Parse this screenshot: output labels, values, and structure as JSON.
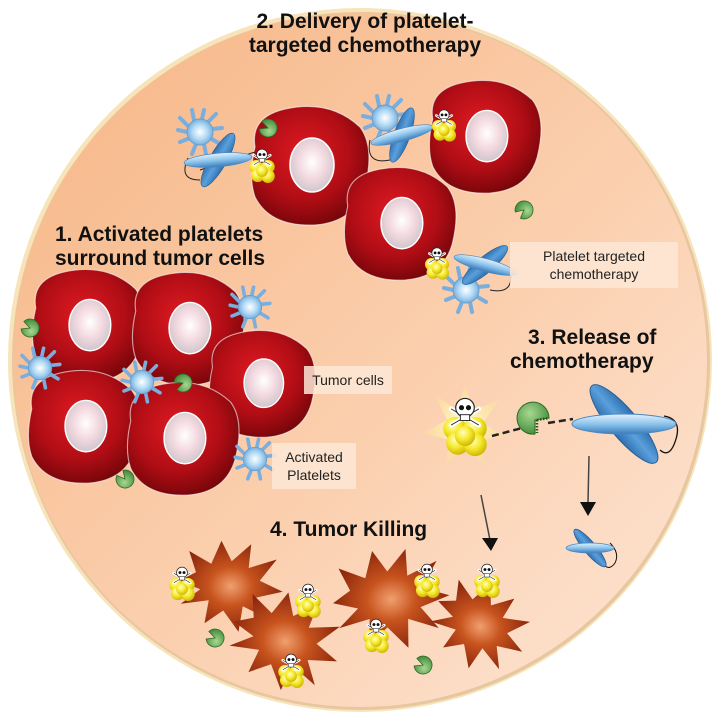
{
  "diagram": {
    "type": "biological process illustration",
    "steps": [
      {
        "number": "1",
        "title_line1": "1. Activated platelets",
        "title_line2": "surround tumor cells"
      },
      {
        "number": "2",
        "title_line1": "2. Delivery of platelet-",
        "title_line2": "targeted chemotherapy"
      },
      {
        "number": "3",
        "title_line1": "3. Release of",
        "title_line2": "chemotherapy"
      },
      {
        "number": "4",
        "title_line1": "4. Tumor Killing"
      }
    ],
    "labels": {
      "tumor_cells": "Tumor cells",
      "activated_platelets_line1": "Activated",
      "activated_platelets_line2": "Platelets",
      "platelet_targeted_line1": "Platelet targeted",
      "platelet_targeted_line2": "chemotherapy"
    },
    "colors": {
      "circle_fill_start": "#f7b98a",
      "circle_fill_end": "#fde2d0",
      "circle_rim": "#f0d9a0",
      "tumor_cell": "#b0101a",
      "tumor_nucleus": "#e8e4e8",
      "platelet": "#a8d4f2",
      "antibody": "#3f86c8",
      "drug_cluster": "#f0e030",
      "green_marker": "#5a9e48",
      "dead_cell": "#9a2a10"
    }
  }
}
